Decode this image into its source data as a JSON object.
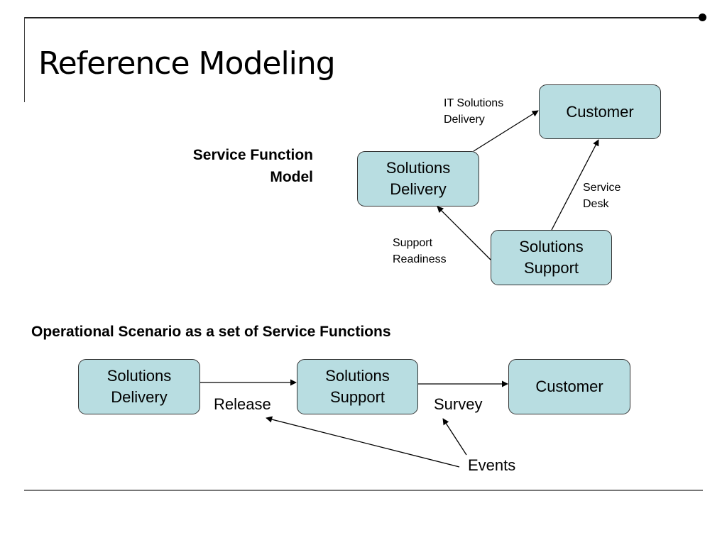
{
  "slide": {
    "title": "Reference Modeling"
  },
  "service_function_model": {
    "heading": "Service Function\nModel",
    "heading_line1": "Service Function",
    "heading_line2": "Model",
    "nodes": {
      "customer": "Customer",
      "solutions_delivery": "Solutions\nDelivery",
      "solutions_support": "Solutions\nSupport"
    },
    "edges": [
      {
        "from": "Solutions Delivery",
        "to": "Customer",
        "label": "IT Solutions\nDelivery"
      },
      {
        "from": "Solutions Support",
        "to": "Customer",
        "label": "Service\nDesk"
      },
      {
        "from": "Solutions Support",
        "to": "Solutions Delivery",
        "label": "Support\nReadiness"
      }
    ]
  },
  "operational_scenario": {
    "heading": "Operational Scenario as a set of Service Functions",
    "nodes": {
      "solutions_delivery": "Solutions\nDelivery",
      "solutions_support": "Solutions\nSupport",
      "customer": "Customer"
    },
    "edges": [
      {
        "from": "Solutions Delivery",
        "to": "Solutions Support",
        "label": "Release"
      },
      {
        "from": "Solutions Support",
        "to": "Customer",
        "label": "Survey"
      }
    ],
    "events_label": "Events"
  },
  "colors": {
    "node_fill": "#b8dde1",
    "node_border": "#333333"
  }
}
